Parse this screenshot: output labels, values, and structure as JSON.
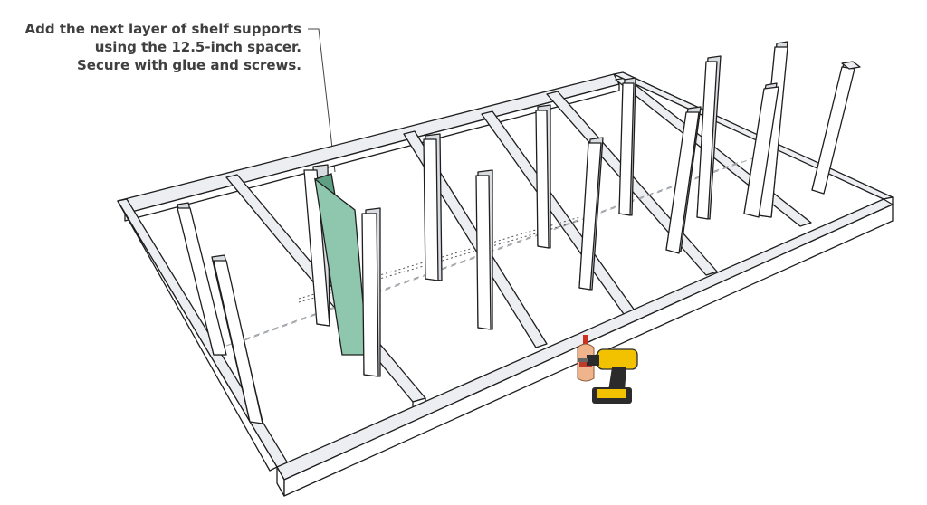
{
  "instruction": {
    "lines": [
      "Add the next layer of shelf supports",
      "using the 12.5-inch spacer.",
      "Secure with glue and screws."
    ]
  },
  "colors": {
    "wood_face": "#ffffff",
    "wood_side": "#d9dce0",
    "wood_top": "#eceef1",
    "outline": "#1e1e1e",
    "spacer": "#8fc6ae",
    "spacer_dark": "#5f9f84",
    "drill_body": "#f2c200",
    "drill_dark": "#2b2b2b",
    "glue_bottle": "#f0b48c"
  },
  "icons": [
    "glue-bottle-icon",
    "cordless-drill-icon"
  ]
}
